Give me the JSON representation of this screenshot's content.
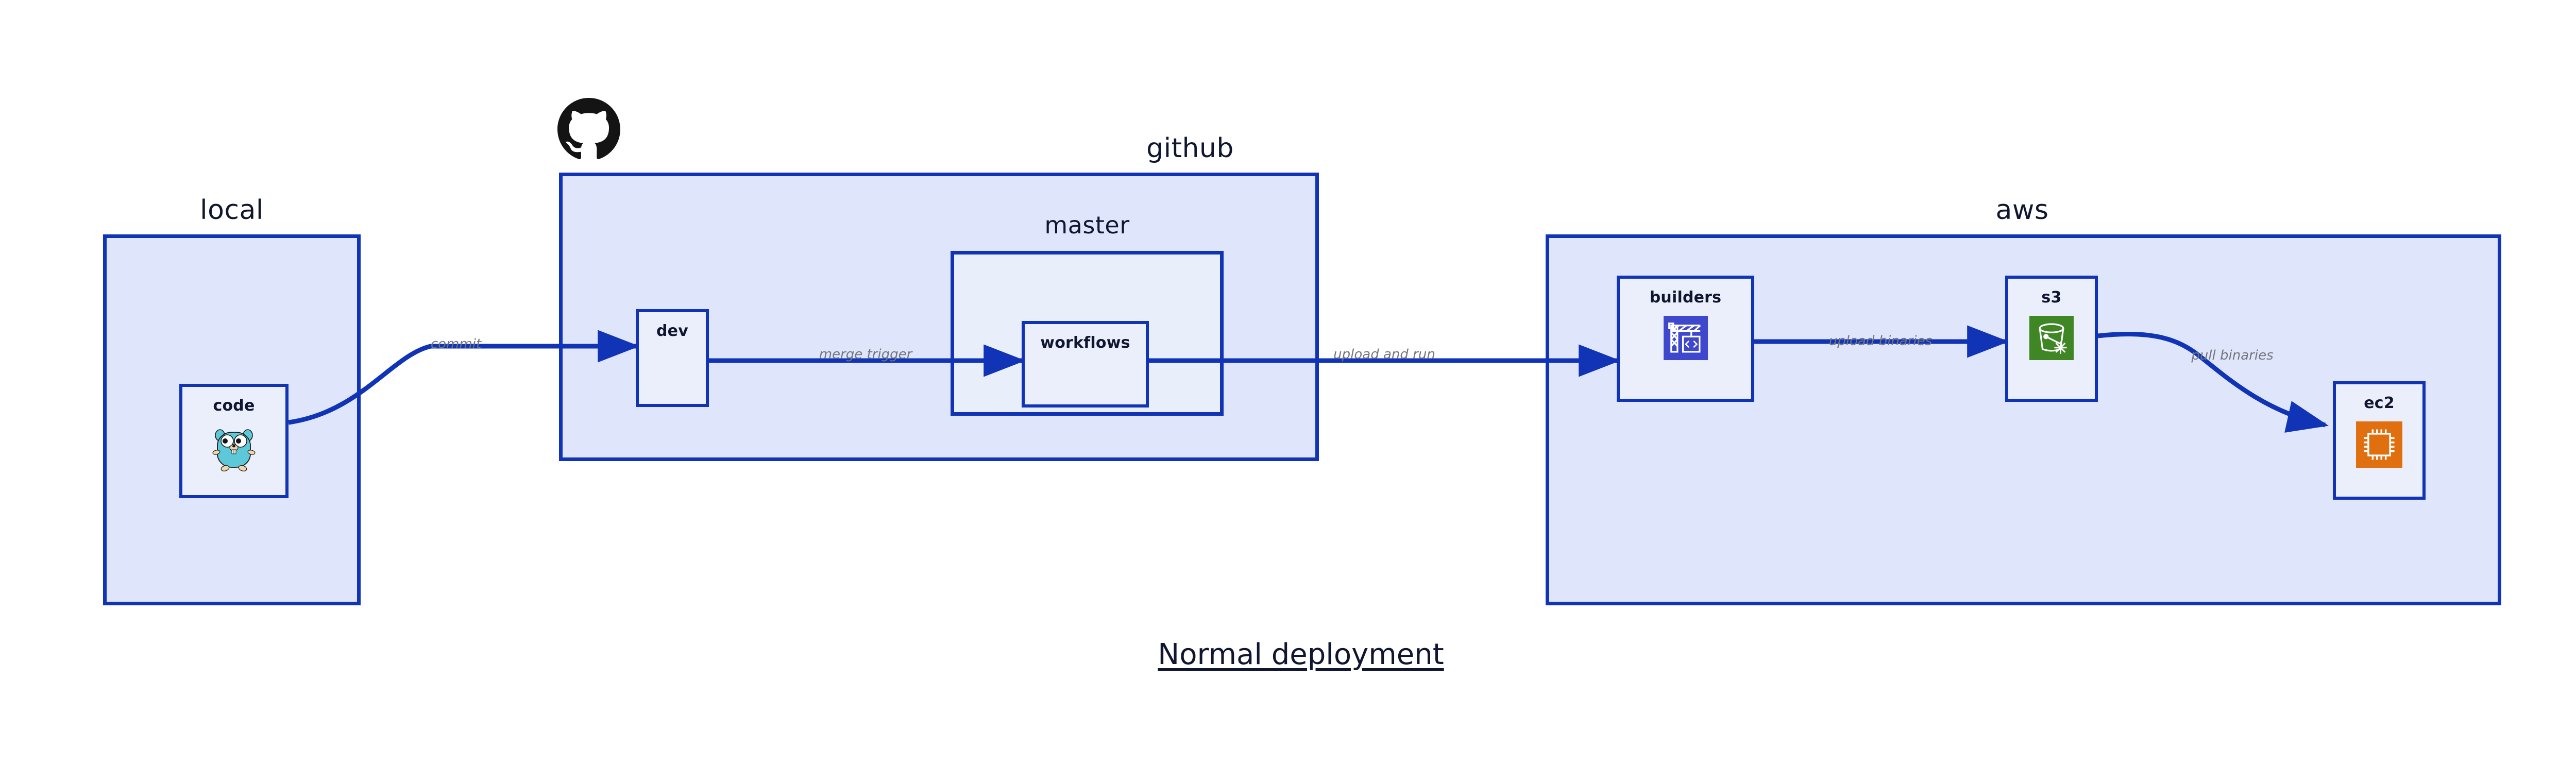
{
  "title": "Normal deployment",
  "colors": {
    "group_fill": "#dfe5fa",
    "group_border": "#1034b5",
    "node_fill": "#ebeffb",
    "edge_stroke": "#1034b5",
    "edge_label_text": "#72767f",
    "title_text": "#10162f",
    "s3_green": "#3f8624",
    "ec2_orange": "#e0700f",
    "builders_blue": "#3f48cc",
    "gopher_cyan": "#5dc9d8",
    "octocat_black": "#141414"
  },
  "groups": [
    {
      "id": "local",
      "label": "local"
    },
    {
      "id": "github",
      "label": "github"
    },
    {
      "id": "master",
      "label": "master"
    },
    {
      "id": "aws",
      "label": "aws"
    }
  ],
  "nodes": [
    {
      "id": "code",
      "label": "code",
      "icon": "go-gopher-icon",
      "group": "local"
    },
    {
      "id": "dev",
      "label": "dev",
      "icon": null,
      "group": "github"
    },
    {
      "id": "workflows",
      "label": "workflows",
      "icon": null,
      "group": "master"
    },
    {
      "id": "builders",
      "label": "builders",
      "icon": "aws-codebuild-icon",
      "group": "aws"
    },
    {
      "id": "s3",
      "label": "s3",
      "icon": "aws-s3-bucket-icon",
      "group": "aws"
    },
    {
      "id": "ec2",
      "label": "ec2",
      "icon": "aws-ec2-chip-icon",
      "group": "aws"
    }
  ],
  "edges": [
    {
      "id": "commit",
      "label": "commit",
      "from": "code",
      "to": "dev"
    },
    {
      "id": "merge-trigger",
      "label": "merge trigger",
      "from": "dev",
      "to": "workflows"
    },
    {
      "id": "upload-and-run",
      "label": "upload and run",
      "from": "workflows",
      "to": "builders"
    },
    {
      "id": "upload-binaries",
      "label": "upload binaries",
      "from": "builders",
      "to": "s3"
    },
    {
      "id": "pull-binaries",
      "label": "pull binaries",
      "from": "s3",
      "to": "ec2"
    }
  ],
  "logos": [
    {
      "id": "github-logo",
      "name": "github-octocat-logo"
    }
  ]
}
